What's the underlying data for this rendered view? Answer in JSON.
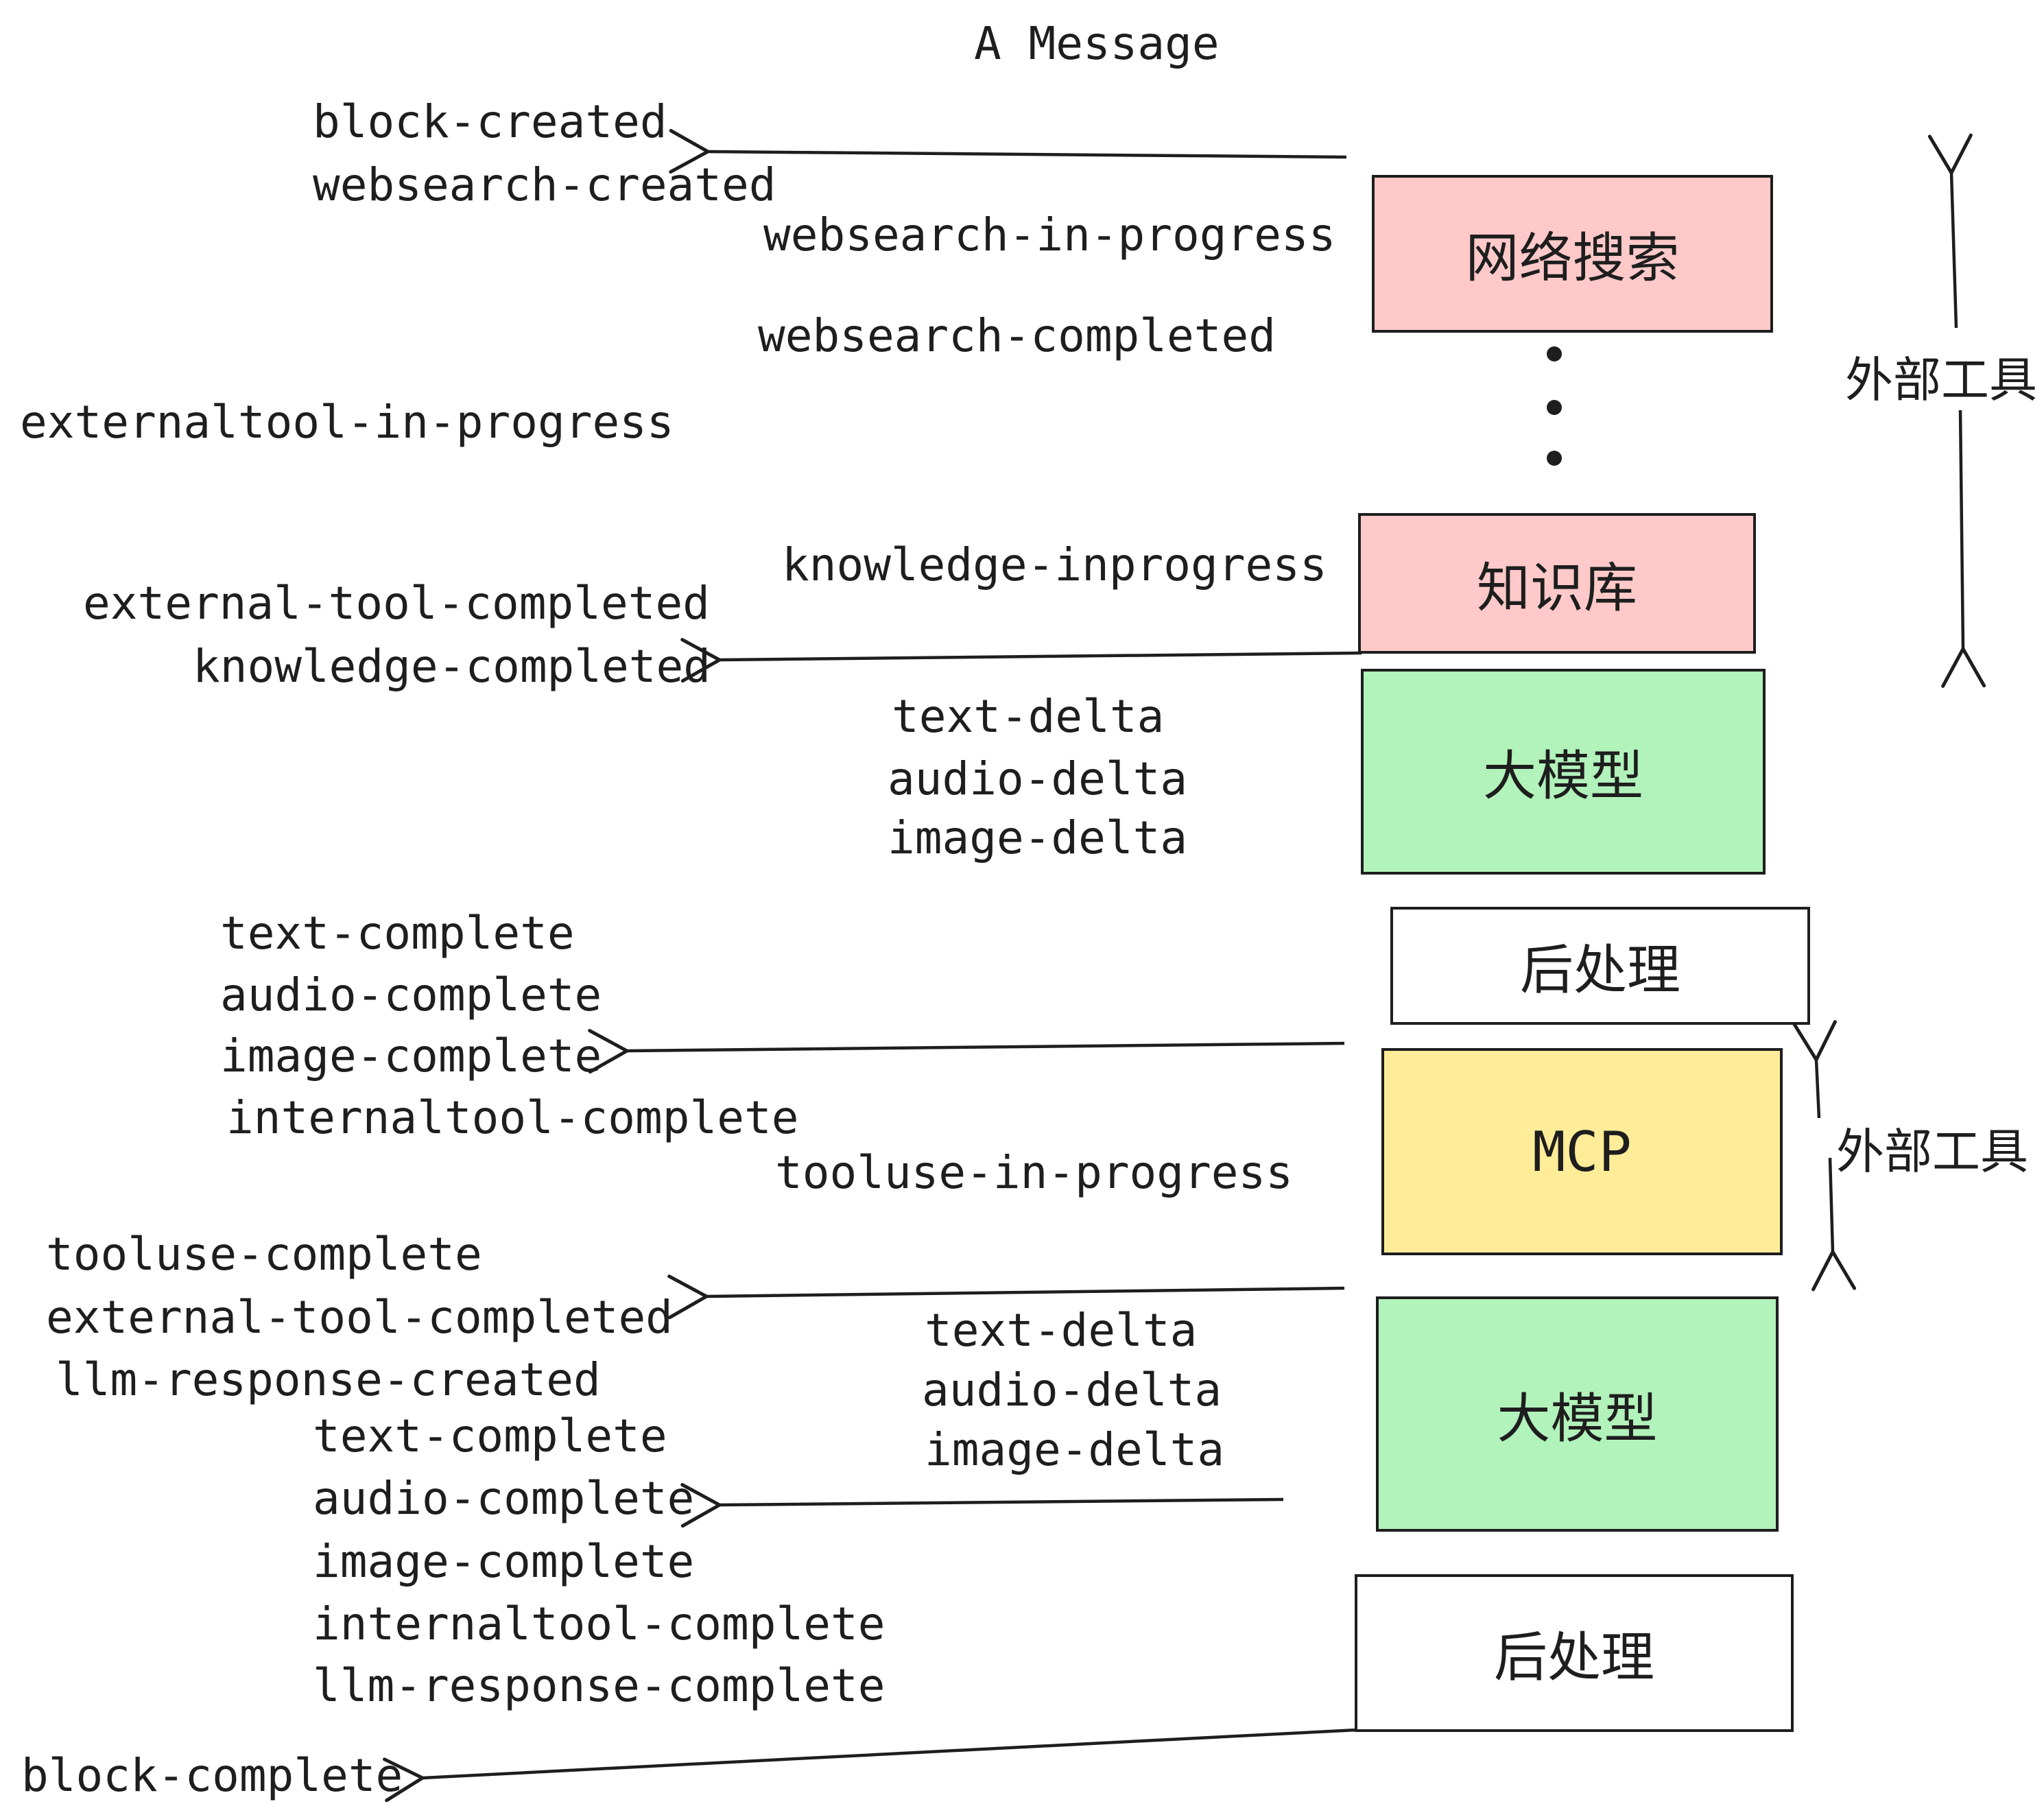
{
  "title": "A Message",
  "boxes": {
    "websearch": {
      "label": "网络搜索",
      "fill": "#ffc9c9"
    },
    "knowledge": {
      "label": "知识库",
      "fill": "#ffc9c9"
    },
    "llm1": {
      "label": "大模型",
      "fill": "#b2f2bb"
    },
    "post1": {
      "label": "后处理",
      "fill": "#ffffff"
    },
    "mcp": {
      "label": "MCP",
      "fill": "#ffec99"
    },
    "llm2": {
      "label": "大模型",
      "fill": "#b2f2bb"
    },
    "post2": {
      "label": "后处理",
      "fill": "#ffffff"
    }
  },
  "side_labels": {
    "external_tools_top": "外部工具",
    "external_tools_mid": "外部工具"
  },
  "events": {
    "block_created": "block-created",
    "websearch_created": "websearch-created",
    "websearch_in_progress": "websearch-in-progress",
    "websearch_completed": "websearch-completed",
    "externaltool_in_progress": "externaltool-in-progress",
    "knowledge_inprogress": "knowledge-inprogress",
    "external_tool_completed_1": "external-tool-completed",
    "knowledge_completed": "knowledge-completed",
    "text_delta_1": "text-delta",
    "audio_delta_1": "audio-delta",
    "image_delta_1": "image-delta",
    "text_complete_1": "text-complete",
    "audio_complete_1": "audio-complete",
    "image_complete_1": "image-complete",
    "internaltool_complete_1": "internaltool-complete",
    "tooluse_in_progress": "tooluse-in-progress",
    "tooluse_complete": "tooluse-complete",
    "external_tool_completed_2": "external-tool-completed",
    "llm_response_created": "llm-response-created",
    "text_delta_2": "text-delta",
    "audio_delta_2": "audio-delta",
    "image_delta_2": "image-delta",
    "text_complete_2": "text-complete",
    "audio_complete_2": "audio-complete",
    "image_complete_2": "image-complete",
    "internaltool_complete_2": "internaltool-complete",
    "llm_response_complete": "llm-response-complete",
    "block_complete": "block-complete"
  },
  "colors": {
    "stroke": "#1e1e1e",
    "pink_fill": "#ffc9c9",
    "green_fill": "#b2f2bb",
    "yellow_fill": "#ffec99",
    "white_fill": "#ffffff"
  }
}
